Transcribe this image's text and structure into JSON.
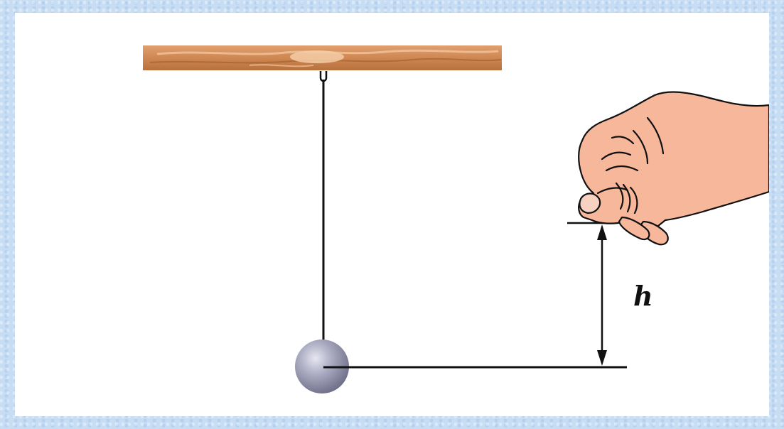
{
  "diagram": {
    "height_label": "h",
    "colors": {
      "board": "#d08a56",
      "board_highlight": "#f0c096",
      "string": "#111111",
      "ball": "#9b9bb3",
      "skin": "#f7b79a",
      "outline": "#111111"
    },
    "icons": {
      "board": "wooden-board",
      "ball": "pendulum-ball",
      "hand": "hand-holding-icon"
    }
  }
}
